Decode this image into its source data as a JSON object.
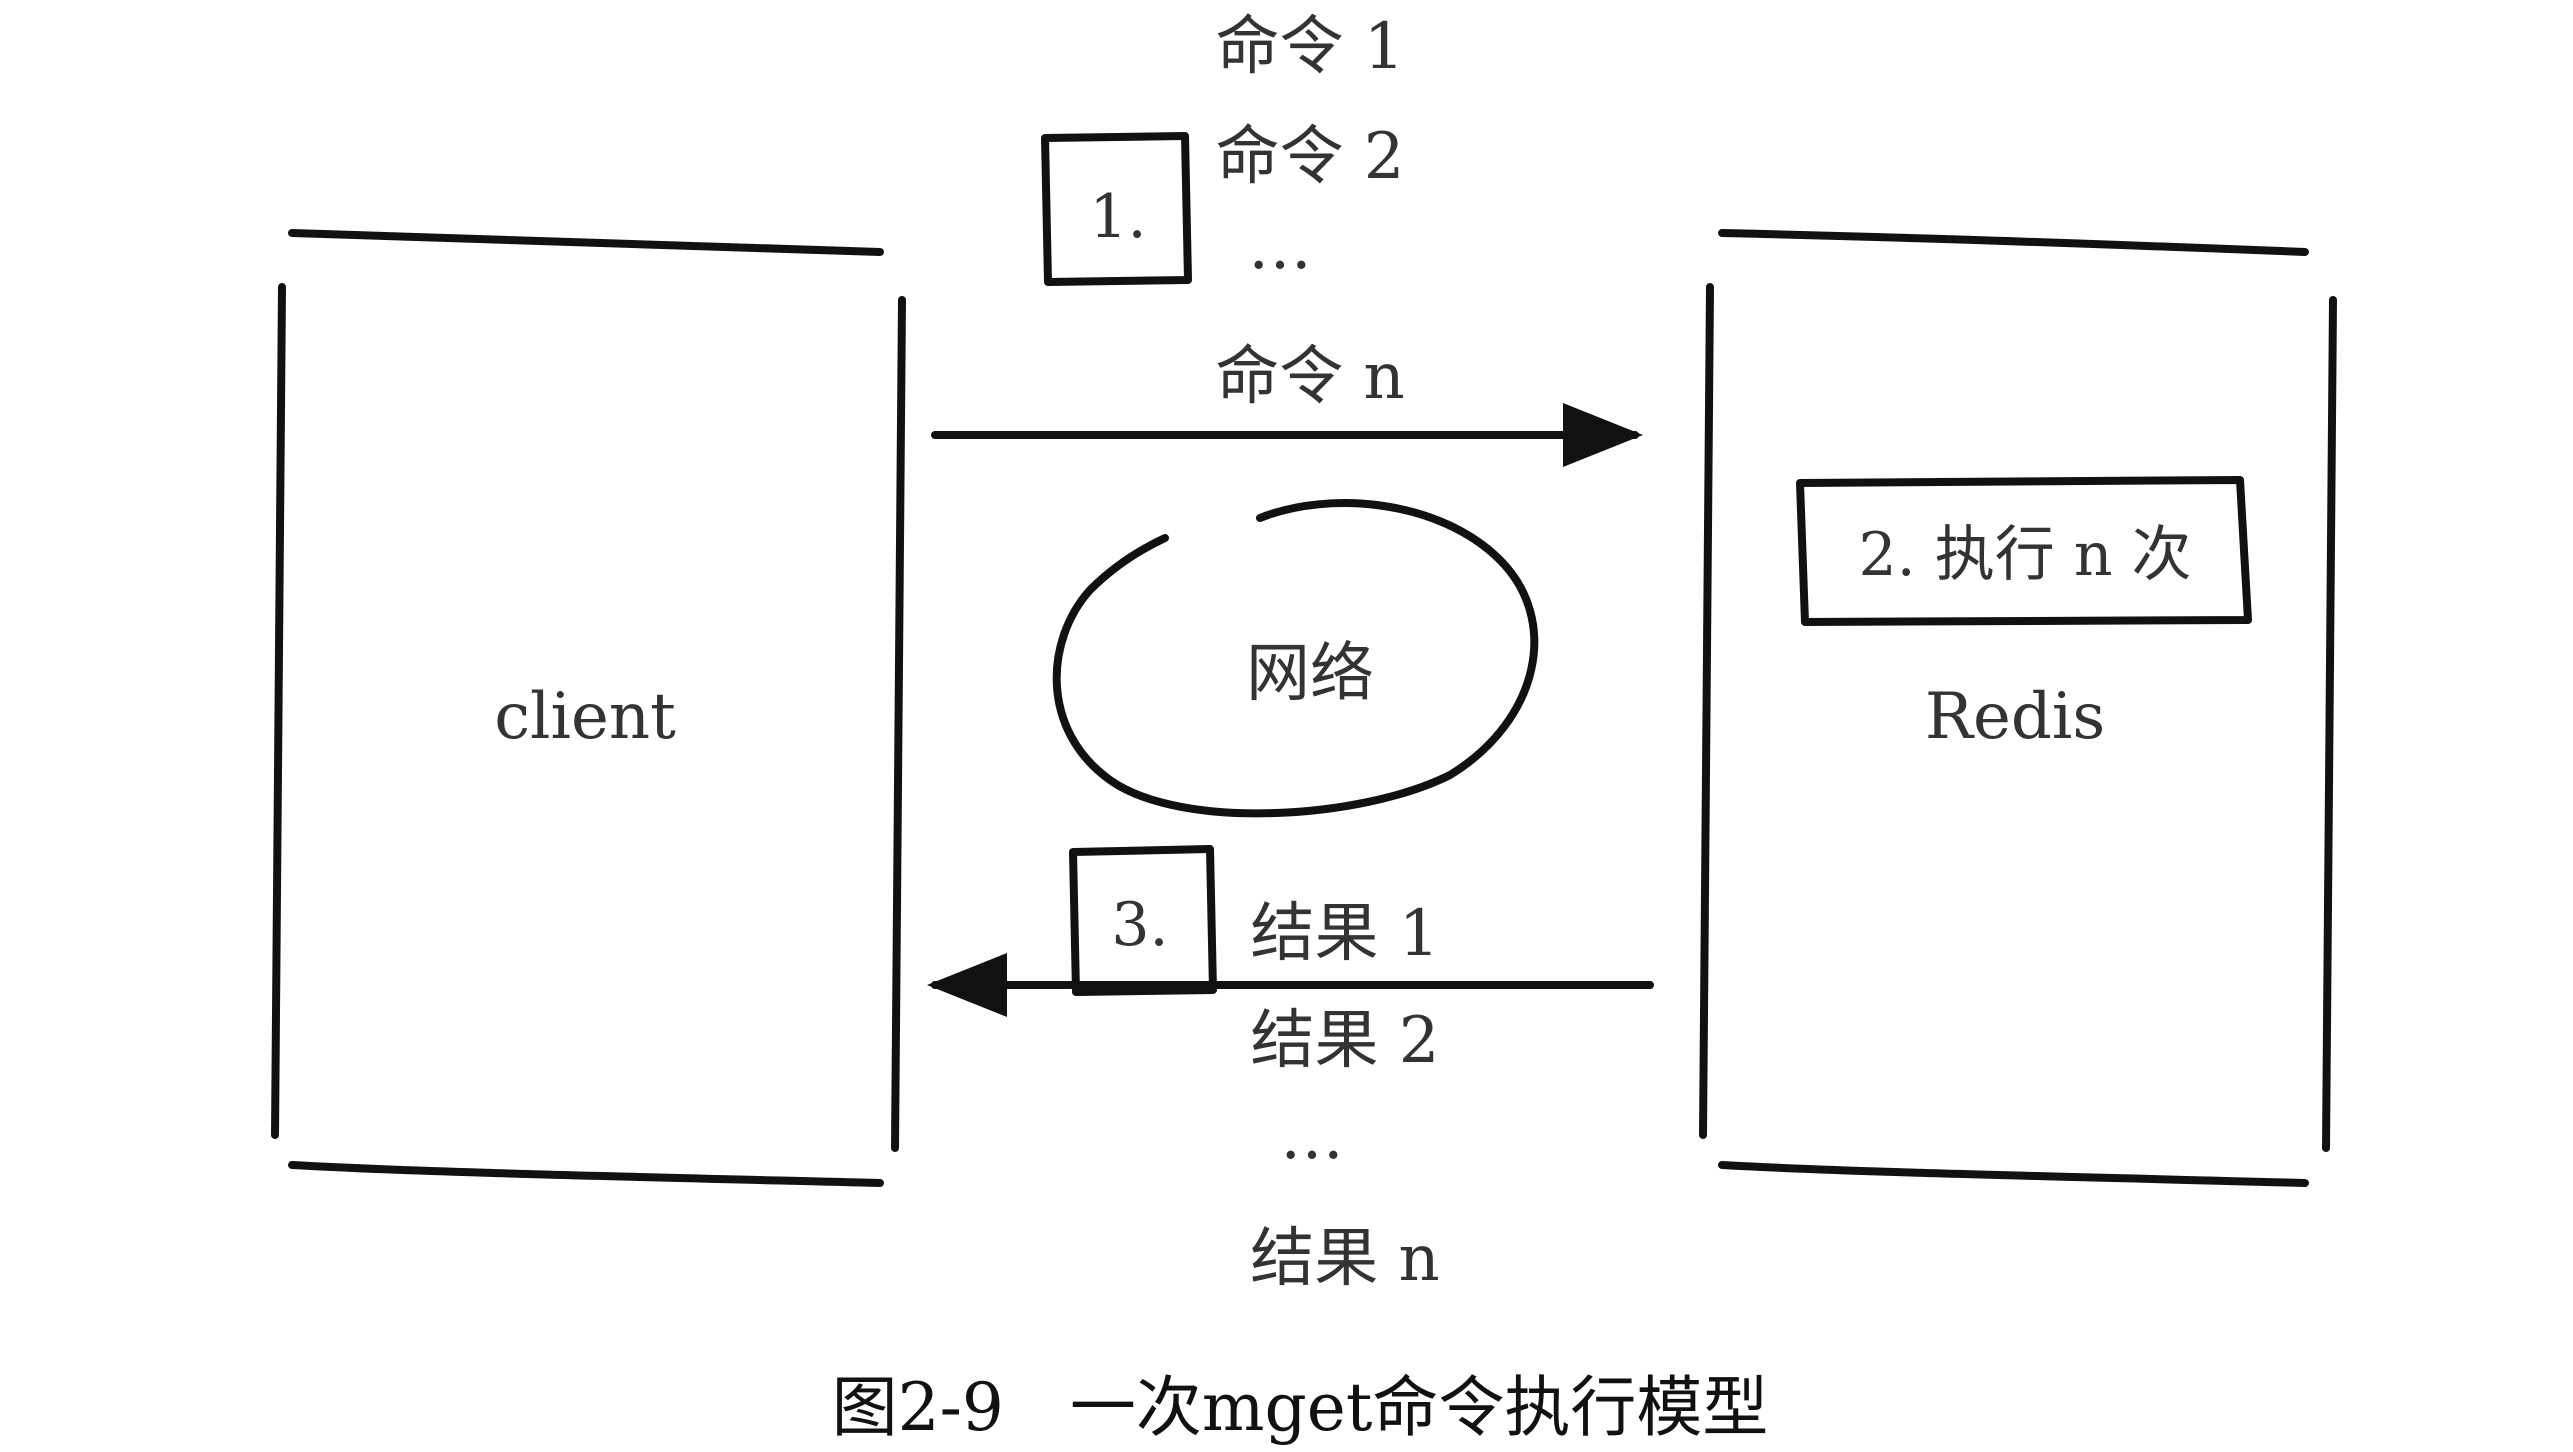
{
  "diagram": {
    "client_label": "client",
    "server_label": "Redis",
    "network_label": "网络",
    "step1_label": "1.",
    "step2_label": "2. 执行 n 次",
    "step3_label": "3.",
    "commands": [
      "命令 1",
      "命令 2",
      "…",
      "命令 n"
    ],
    "results": [
      "结果 1",
      "结果 2",
      "…",
      "结果 n"
    ]
  },
  "caption": "图2-9　一次mget命令执行模型"
}
